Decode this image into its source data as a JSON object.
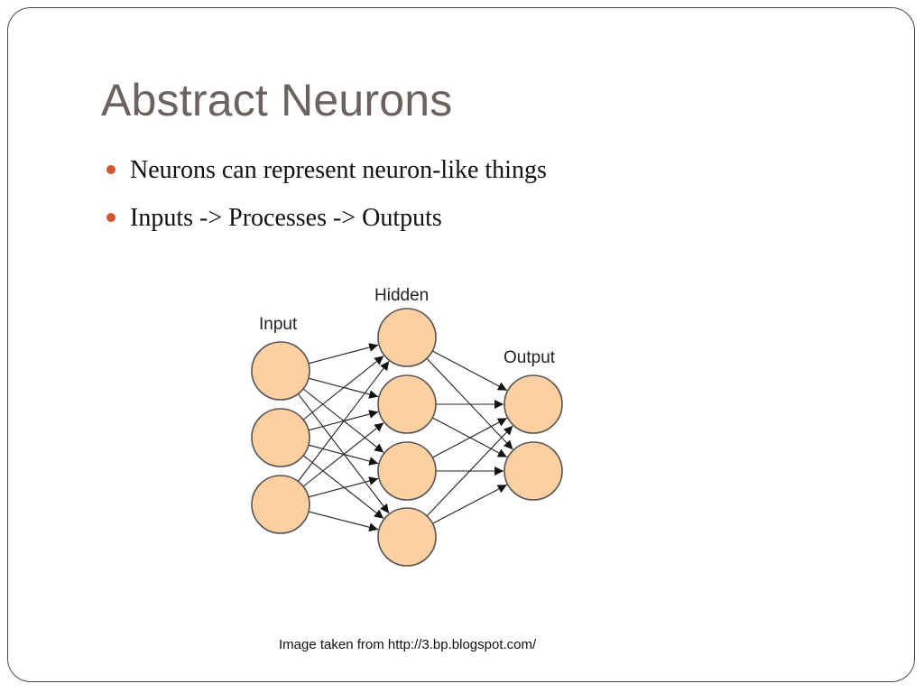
{
  "slide": {
    "title": "Abstract Neurons",
    "accent_color": "#d5552f",
    "bullets": [
      {
        "text": "Neurons can represent neuron-like things"
      },
      {
        "text": "Inputs -> Processes -> Outputs"
      }
    ],
    "caption": "Image taken from http://3.bp.blogspot.com/"
  },
  "diagram": {
    "node_color": "#fdd0a2",
    "layers": [
      {
        "label": "Input",
        "node_count": 3
      },
      {
        "label": "Hidden",
        "node_count": 4
      },
      {
        "label": "Output",
        "node_count": 2
      }
    ]
  }
}
